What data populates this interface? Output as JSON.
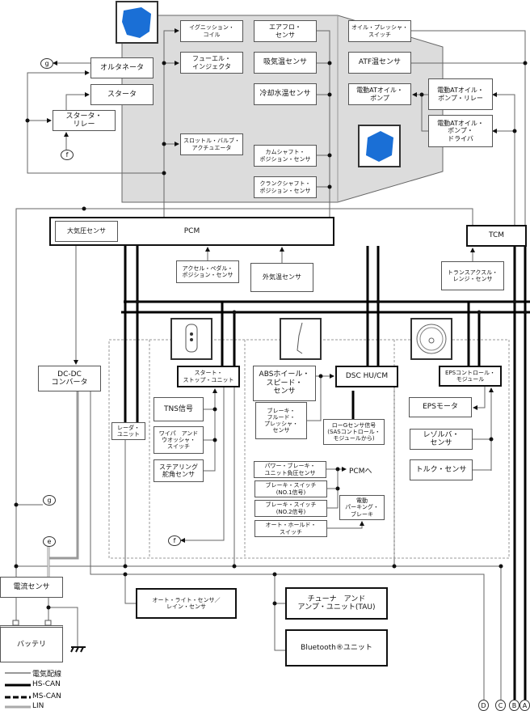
{
  "engine_group": {
    "ignition_coil": "イグニッション・\nコイル",
    "fuel_injector": "フューエル・\nインジェクタ",
    "throttle_actuator": "スロットル・バルブ・\nアクチュエータ",
    "airflow_sensor": "エアフロ・\nセンサ",
    "intake_temp_sensor": "吸気温センサ",
    "coolant_temp_sensor": "冷却水温センサ",
    "camshaft_sensor": "カムシャフト・\nポジション・センサ",
    "crankshaft_sensor": "クランクシャフト・\nポジション・センサ"
  },
  "transmission_group": {
    "oil_pressure_switch": "オイル・プレッシャ・\nスイッチ",
    "atf_temp_sensor": "ATF温センサ",
    "electric_oil_pump": "電動ATオイル・\nポンプ",
    "oil_pump_relay": "電動ATオイル・\nポンプ・リレー",
    "oil_pump_driver": "電動ATオイル・\nポンプ・\nドライバ"
  },
  "starting": {
    "alternator": "オルタネータ",
    "starter": "スタータ",
    "starter_relay": "スタータ・\nリレー"
  },
  "pcm": {
    "label": "PCM",
    "baro_sensor": "大気圧センサ"
  },
  "tcm": {
    "label": "TCM"
  },
  "pcm_inputs": {
    "accel_pedal_sensor": "アクセル・ペダル・\nポジション・センサ",
    "ambient_temp_sensor": "外気温センサ"
  },
  "transaxle_range_sensor": "トランスアクスル・\nレンジ・センサ",
  "dcdc_converter": "DC-DC\nコンバータ",
  "radar_unit": "レーダ・\nユニット",
  "start_stop": {
    "unit": "スタート・\nストップ・ユニット",
    "tns_signal": "TNS信号",
    "wiper_switch": "ワイパ　アンド\nウオッシャ・\nスイッチ",
    "steering_angle_sensor": "ステアリング\n舵角センサ"
  },
  "dsc": {
    "unit": "DSC HU/CM",
    "abs_sensor": "ABSホイール・\nスピード・\nセンサ",
    "brake_fluid_sensor": "ブレーキ・\nフルード・\nプレッシャ・\nセンサ",
    "low_g_signal": "ローGセンサ信号\n(SASコントロール・\nモジュールから)",
    "power_brake_sensor": "パワー・ブレーキ・\nユニット負圧センサ",
    "to_pcm": "PCMへ",
    "brake_switch_1": "ブレーキ・スイッチ\n(NO.1信号)",
    "brake_switch_2": "ブレーキ・スイッチ\n(NO.2信号)",
    "auto_hold_switch": "オート・ホールド・\nスイッチ",
    "epb": "電動\nパーキング・\nブレーキ"
  },
  "eps": {
    "module": "EPSコントロール・\nモジュール",
    "motor": "EPSモータ",
    "resolver": "レゾルバ・\nセンサ",
    "torque_sensor": "トルク・センサ"
  },
  "current_sensor": "電流センサ",
  "battery": "バッテリ",
  "auto_light_sensor": "オート・ライト・センサ／\nレイン・センサ",
  "tau": "チューナ　アンド\nアンプ・ユニット(TAU)",
  "bluetooth": "Bluetooth®ユニット",
  "connectors": {
    "e": "e",
    "f": "f",
    "g": "g",
    "A": "A",
    "B": "B",
    "C": "C",
    "D": "D"
  },
  "legend": {
    "wire": "電気配線",
    "hs_can": "HS-CAN",
    "ms_can": "MS-CAN",
    "lin": "LIN"
  },
  "colors": {
    "engine_area": "#dcdcdc",
    "component_blue": "#1a6fd6",
    "wire": "#666666",
    "can": "#000000"
  }
}
